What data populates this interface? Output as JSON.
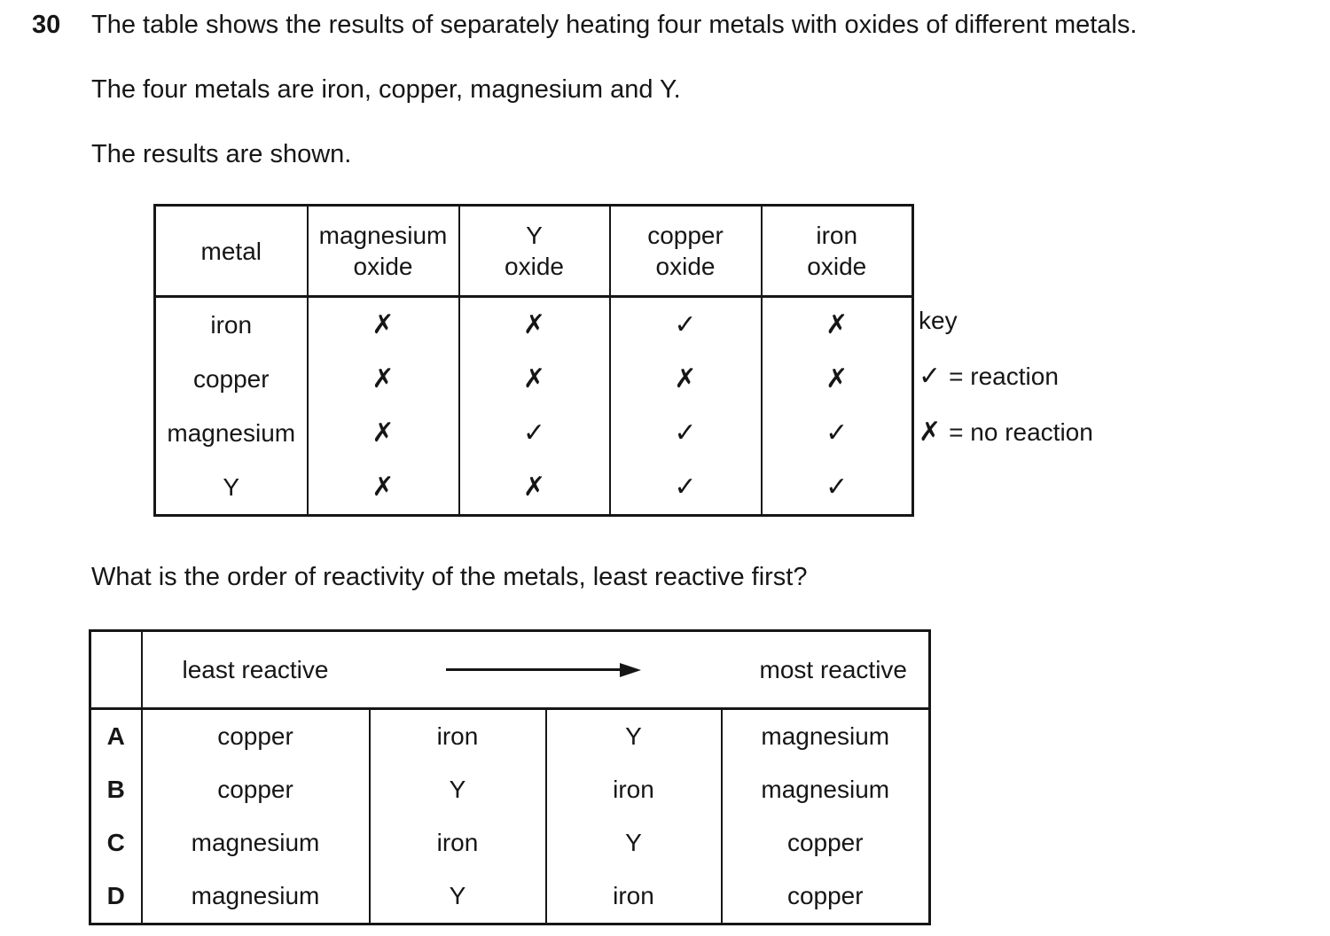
{
  "question": {
    "number": "30",
    "intro_lines": [
      "The table shows the results of separately heating four metals with oxides of different metals.",
      "The four metals are iron, copper, magnesium and Y.",
      "The results are shown."
    ],
    "prompt": "What is the order of reactivity of the metals, least reactive first?"
  },
  "results_table": {
    "headers": [
      {
        "line1": "metal",
        "line2": ""
      },
      {
        "line1": "magnesium",
        "line2": "oxide"
      },
      {
        "line1": "Y",
        "line2": "oxide"
      },
      {
        "line1": "copper",
        "line2": "oxide"
      },
      {
        "line1": "iron",
        "line2": "oxide"
      }
    ],
    "rows": [
      {
        "metal": "iron",
        "marks": [
          "✗",
          "✗",
          "✓",
          "✗"
        ]
      },
      {
        "metal": "copper",
        "marks": [
          "✗",
          "✗",
          "✗",
          "✗"
        ]
      },
      {
        "metal": "magnesium",
        "marks": [
          "✗",
          "✓",
          "✓",
          "✓"
        ]
      },
      {
        "metal": "Y",
        "marks": [
          "✗",
          "✗",
          "✓",
          "✓"
        ]
      }
    ]
  },
  "key": {
    "title": "key",
    "check_symbol": "✓",
    "check_label": "= reaction",
    "cross_symbol": "✗",
    "cross_label": "= no reaction"
  },
  "options_table": {
    "scale": {
      "least": "least reactive",
      "most": "most reactive"
    },
    "options": [
      {
        "letter": "A",
        "order": [
          "copper",
          "iron",
          "Y",
          "magnesium"
        ]
      },
      {
        "letter": "B",
        "order": [
          "copper",
          "Y",
          "iron",
          "magnesium"
        ]
      },
      {
        "letter": "C",
        "order": [
          "magnesium",
          "iron",
          "Y",
          "copper"
        ]
      },
      {
        "letter": "D",
        "order": [
          "magnesium",
          "Y",
          "iron",
          "copper"
        ]
      }
    ]
  },
  "colors": {
    "ink": "#161616",
    "paper": "#ffffff"
  }
}
